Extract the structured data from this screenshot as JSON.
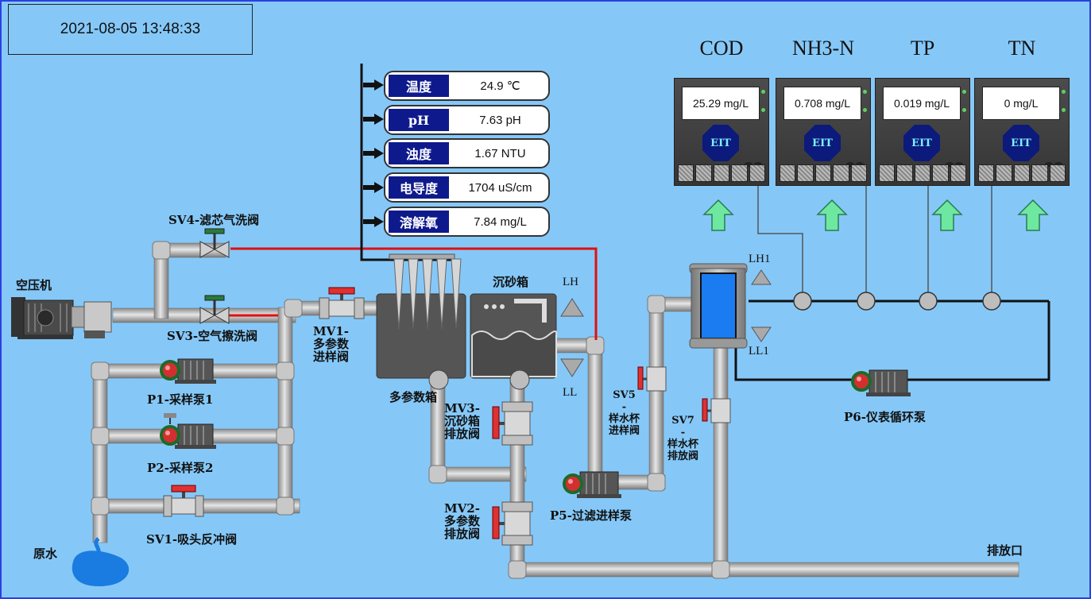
{
  "header": {
    "datetime": "2021-08-05 13:48:33"
  },
  "analyzers": [
    {
      "title": "COD",
      "reading": "25.29 mg/L",
      "logo": "EIT"
    },
    {
      "title": "NH3-N",
      "reading": "0.708 mg/L",
      "logo": "EIT"
    },
    {
      "title": "TP",
      "reading": "0.019 mg/L",
      "logo": "EIT"
    },
    {
      "title": "TN",
      "reading": "0 mg/L",
      "logo": "EIT"
    }
  ],
  "parameters": [
    {
      "name": "温度",
      "value": "24.9 ℃"
    },
    {
      "name": "pH",
      "value": "7.63 pH"
    },
    {
      "name": "浊度",
      "value": "1.67 NTU"
    },
    {
      "name": "电导度",
      "value": "1704 uS/cm"
    },
    {
      "name": "溶解氧",
      "value": "7.84 mg/L"
    }
  ],
  "labels": {
    "air_compressor": "空压机",
    "sv4": "SV4-滤芯气洗阀",
    "sv3": "SV3-空气擦洗阀",
    "mv1": "MV1-\n多参数\n进样阀",
    "p1": "P1-采样泵1",
    "p2": "P2-采样泵2",
    "sv1": "SV1-吸头反冲阀",
    "raw_water": "原水",
    "multi_box": "多参数箱",
    "sand_box": "沉砂箱",
    "lh": "LH",
    "ll": "LL",
    "mv3": "MV3-\n沉砂箱\n排放阀",
    "mv2": "MV2-\n多参数\n排放阀",
    "p5": "P5-过滤进样泵",
    "sv5": "SV5\n-\n样水杯\n进样阀",
    "sv7": "SV7\n-\n样水杯\n排放阀",
    "lh1": "LH1",
    "ll1": "LL1",
    "p6": "P6-仪表循环泵",
    "outlet": "排放口"
  },
  "colors": {
    "background": "#85c8f8",
    "frame": "#2b3fe0",
    "pipe": "#b4b4b4",
    "air_line": "#e01010",
    "param_name_bg": "#0e1a8c",
    "up_arrow": "#6ee8a0",
    "tank_water": "#1a7cf0"
  }
}
